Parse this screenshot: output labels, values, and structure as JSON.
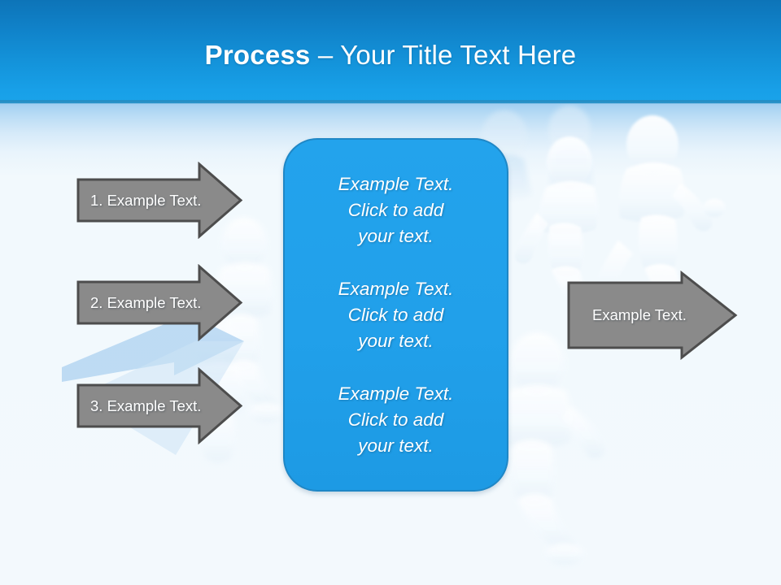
{
  "slide": {
    "title_bold": "Process",
    "title_rest": " – Your Title Text Here",
    "title_full": "Process – Your Title Text Here"
  },
  "theme": {
    "header_top": "#0d74b8",
    "header_bottom": "#1aa3ea",
    "panel_fill": "#21a0ea",
    "panel_border": "#1f87c6",
    "arrow_fill": "#8a8a8a",
    "arrow_border": "#4a4a4a",
    "arrow_text": "#ffffff",
    "page_background": "#f1f8fc",
    "wedge_blue": "#a9ceee"
  },
  "input_arrows": [
    {
      "id": "arrow-1",
      "label": "1. Example Text."
    },
    {
      "id": "arrow-2",
      "label": "2. Example Text."
    },
    {
      "id": "arrow-3",
      "label": "3. Example Text."
    }
  ],
  "output_arrow": {
    "id": "arrow-output",
    "label": "Example Text."
  },
  "panel": {
    "blocks": [
      {
        "id": "panel-block-1",
        "text": "Example Text.\nClick  to add\nyour text."
      },
      {
        "id": "panel-block-2",
        "text": "Example Text.\nClick  to add\nyour text."
      },
      {
        "id": "panel-block-3",
        "text": "Example Text.\nClick  to add\nyour text."
      }
    ]
  },
  "decoration": {
    "figures_label": "running-3d-figures",
    "wedge_label": "pale-blue-arrow-wedge"
  }
}
